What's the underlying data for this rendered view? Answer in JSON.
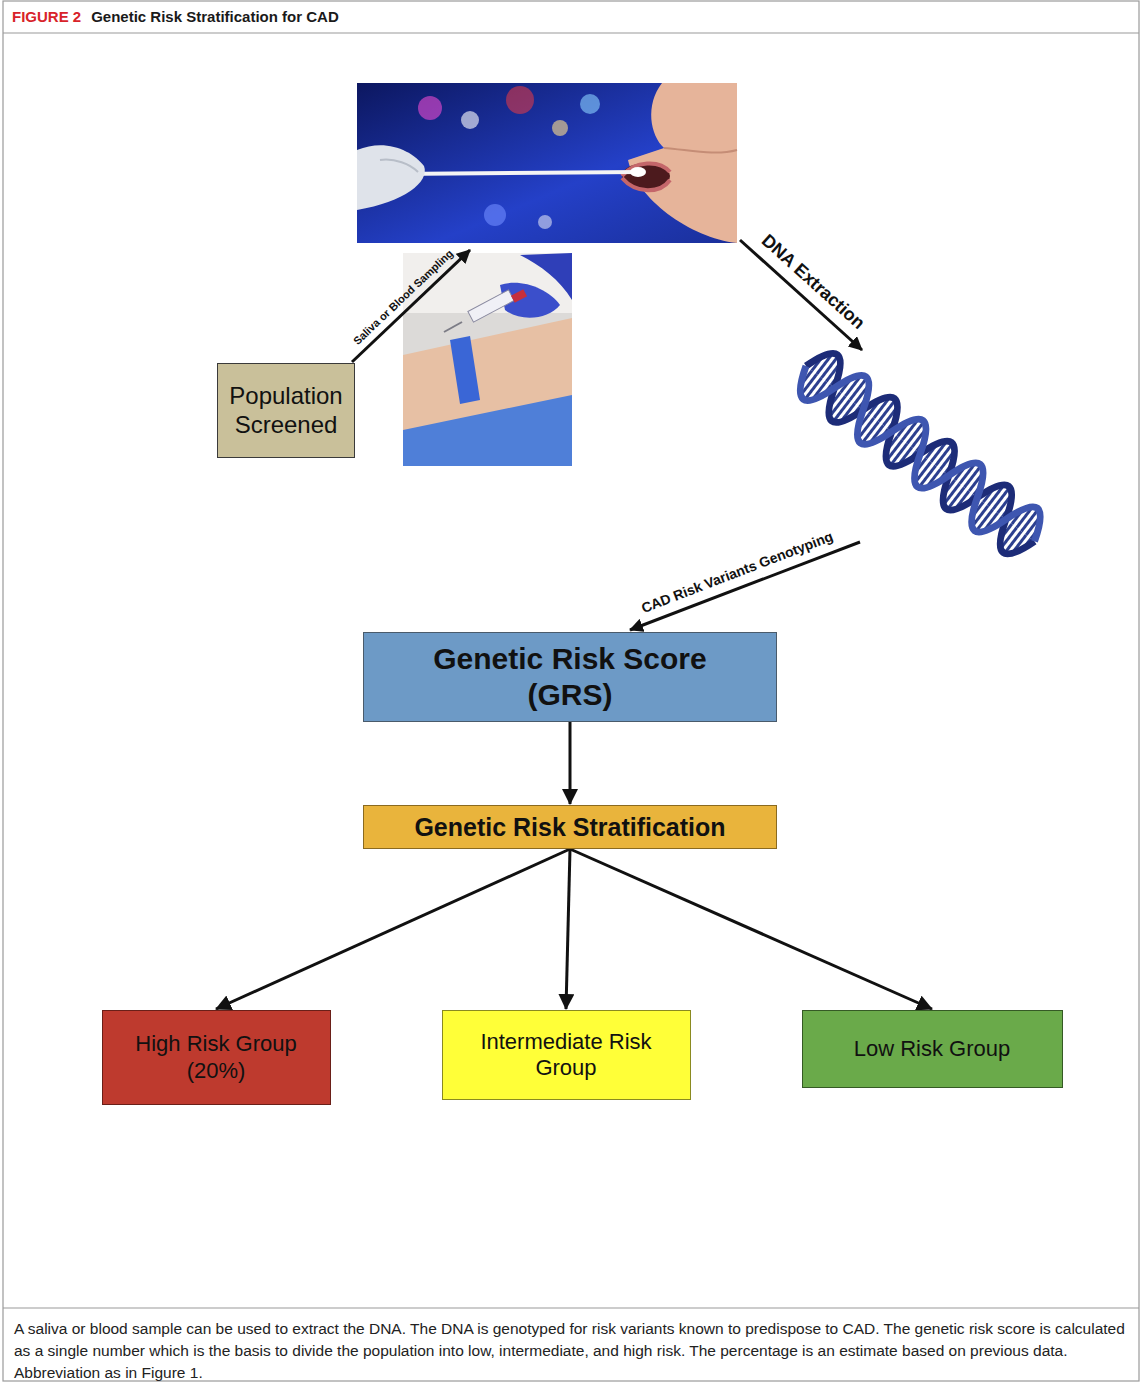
{
  "diagram": {
    "title": "Genetic Risk Stratification for CAD",
    "caption": "A saliva or blood sample can be used to extract the DNA. The DNA is genotyped for risk variants known to predispose to CAD. The genetic risk score is calculated as a single number which is the basis to divide the population into low, intermediate, and high risk. The percentage is an estimate based on previous data. Abbreviation as in Figure 1.",
    "nodes": [
      {
        "text": [
          "Population Screened"
        ]
      },
      {
        "text": [
          "Genetic Risk Score (GRS)"
        ]
      },
      {
        "text": [
          "Genetic Risk Stratification"
        ]
      },
      {
        "text": [
          "High Risk Group (20%)"
        ]
      },
      {
        "text": [
          "Intermediate Risk Group"
        ]
      },
      {
        "text": [
          "Low Risk Group"
        ]
      }
    ],
    "edges": [
      {
        "from": 1,
        "to": 2,
        "arrow": "to"
      },
      {
        "from": 2,
        "to": 3,
        "arrow": "to"
      },
      {
        "from": 2,
        "to": 4,
        "arrow": "to"
      },
      {
        "from": 2,
        "to": 5,
        "arrow": "to"
      }
    ],
    "labels": [
      "FIGURE 2",
      "Saliva or Blood Sampling",
      "DNA Extraction",
      "CAD Risk Variants Genotyping"
    ]
  }
}
